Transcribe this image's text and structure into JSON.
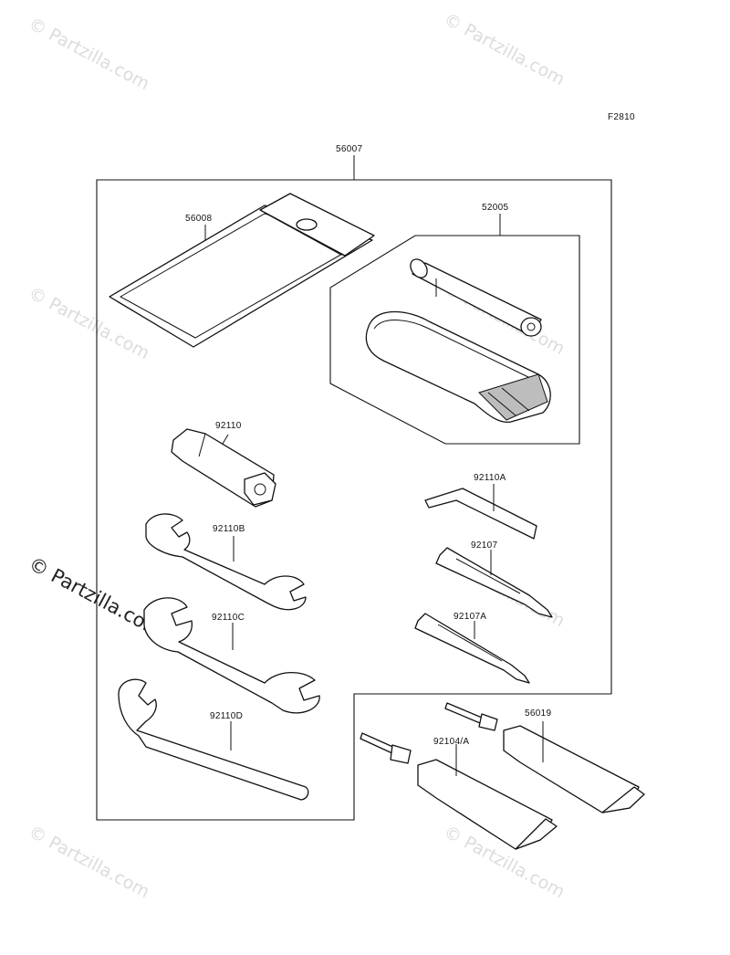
{
  "figure_code": "F2810",
  "watermark": {
    "text": "© Partzilla.com",
    "prominent_text": "© Partzilla.com"
  },
  "parts": [
    {
      "id": "56007",
      "label": "56007"
    },
    {
      "id": "56008",
      "label": "56008"
    },
    {
      "id": "52005",
      "label": "52005"
    },
    {
      "id": "92110",
      "label": "92110"
    },
    {
      "id": "92110A",
      "label": "92110A"
    },
    {
      "id": "92110B",
      "label": "92110B"
    },
    {
      "id": "92107",
      "label": "92107"
    },
    {
      "id": "92110C",
      "label": "92110C"
    },
    {
      "id": "92107A",
      "label": "92107A"
    },
    {
      "id": "92110D",
      "label": "92110D"
    },
    {
      "id": "56019",
      "label": "56019"
    },
    {
      "id": "92104A",
      "label": "92104/A"
    }
  ]
}
